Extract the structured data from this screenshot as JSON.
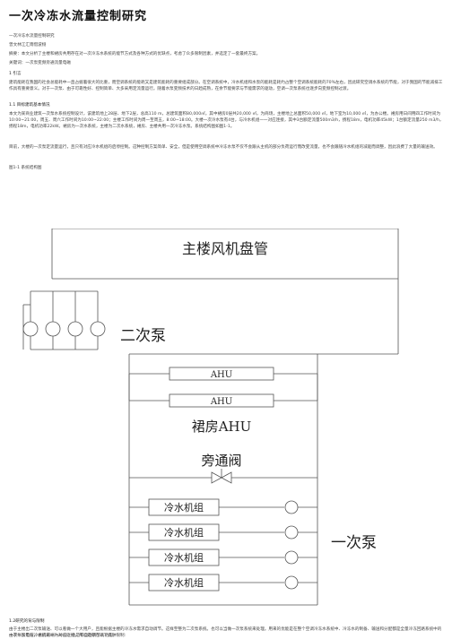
{
  "article": {
    "title": "一次冷冻水流量控制研究",
    "subtitle": "一次冷冻水流量控制研究",
    "author": "曾文林江汇雨借波栩",
    "abstract": "摘要：本文分析了主楼和裙房共用存在对一次冷冻水系统的能节方式及各种方式的优缺点，考虑了众多限制因素，并选定了一套最终方案。",
    "keywords": "关键词：一次泵变频旁通流量电磁",
    "intro_heading": "1 引言",
    "intro_text": "建筑能耗在我国的社会总能耗中一直占据着很大的比重，而空调系统的能耗又是建筑能耗的重要组成部分。在空调系统中，冷水机组和水泵的能耗是耗约占整个空调系统能耗的70%左右，因此研究空调水系统的节能，对于我国的节能减排工作具有重要意义。对于一次泵、由于可靠性好、控制简单、大多采用定流量运行。随着水泵变频技术的日趋成熟，在余节能要求与节能需求的驱动，空调一次泵系统也逐步向变频控制过渡。",
    "section_heading": "1.1 目标建筑基本情况",
    "section_text": "本文为某商业建筑一次泵水系统控制设计，该建筑地上28层、地下2层，总高110 m，总建筑面积80,000㎡，其中裙房0层共20,000 ㎡，为商场，主楼地上总面积50,000 ㎡，地下室为10,000 ㎡，为办公楼。裙房用日间用四工作时间为10:00~21:00，周五、周六工作时间为10:00~22:00；主楼工作时间为周一至周五，8:00~18:00。大楼一次冷水泵有4台，与冷水机组一一对应连接，其中3台额定流量500m3/h，扬程18m，电机功率45kW；1台额定流量250 m3/h，扬程18m，电机功率22kW。裙房为一次水系统，主楼为二次水系统，裙房、主楼共用一次冷冻水泵。系统结构图如图1-1。",
    "para_text": "目前，大楼的一次泵定流量运行，且只有对应冷水机组的启停控制。这种控制方案简单、安全，但是使用空调系统中冷冻水泵不仅不会跟从主机的部分负荷运行而改变流量，也不会跟随冷水机组的减驱而调整，因此浪费了大量的输送效。",
    "figure_caption": "图1-1 系统结构图",
    "after_heading": "1.2研究的背与限制",
    "after_text1": "由于主楼出二次泵输送、可以看做一个大用户，且能根据主楼的冷冻水需求自动调节。这样至整为二次泵系统。也可以当做一次泵系统来处理。用来的优能是在整个空调冷冻水系统中、冷冻水的制备、输送和分配都是全量冷冻回路系统中的一次泵加电控，裙房末端为AHU，也是有自动调节的功能。",
    "after_text2": "由于一次泵与冷水机组一一对应连接，所以还存在以下几种限制:"
  },
  "diagram": {
    "main_coil": "主楼风机盘管",
    "secondary_pump": "二次泵",
    "ahu_unit": "AHU",
    "podium_ahu": "裙房AHU",
    "bypass_valve": "旁通阀",
    "chiller_unit": "冷水机组",
    "primary_pump": "一次泵"
  }
}
